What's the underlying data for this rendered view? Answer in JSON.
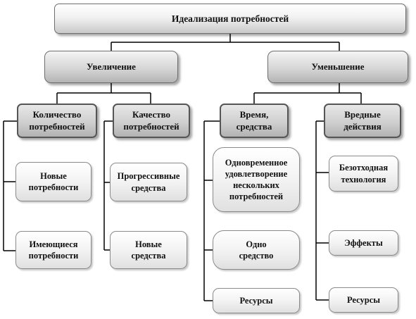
{
  "root": "Идеализация  потребностей",
  "increase": {
    "title": "Увеличение",
    "quantity": {
      "title": "Количество\nпотребностей",
      "items": [
        "Новые\nпотребности",
        "Имеющиеся\nпотребности"
      ]
    },
    "quality": {
      "title": "Качество\nпотребностей",
      "items": [
        "Прогрессивные\nсредства",
        "Новые\nсредства"
      ]
    }
  },
  "decrease": {
    "title": "Уменьшение",
    "time": {
      "title": "Время,\nсредства",
      "items": [
        "Одновременное\nудовлетворение\nнескольких\nпотребностей",
        "Одно\nсредство",
        "Ресурсы"
      ]
    },
    "harmful": {
      "title": "Вредные\nдействия",
      "items": [
        "Безотходная\nтехнология",
        "Эффекты",
        "Ресурсы"
      ]
    }
  }
}
